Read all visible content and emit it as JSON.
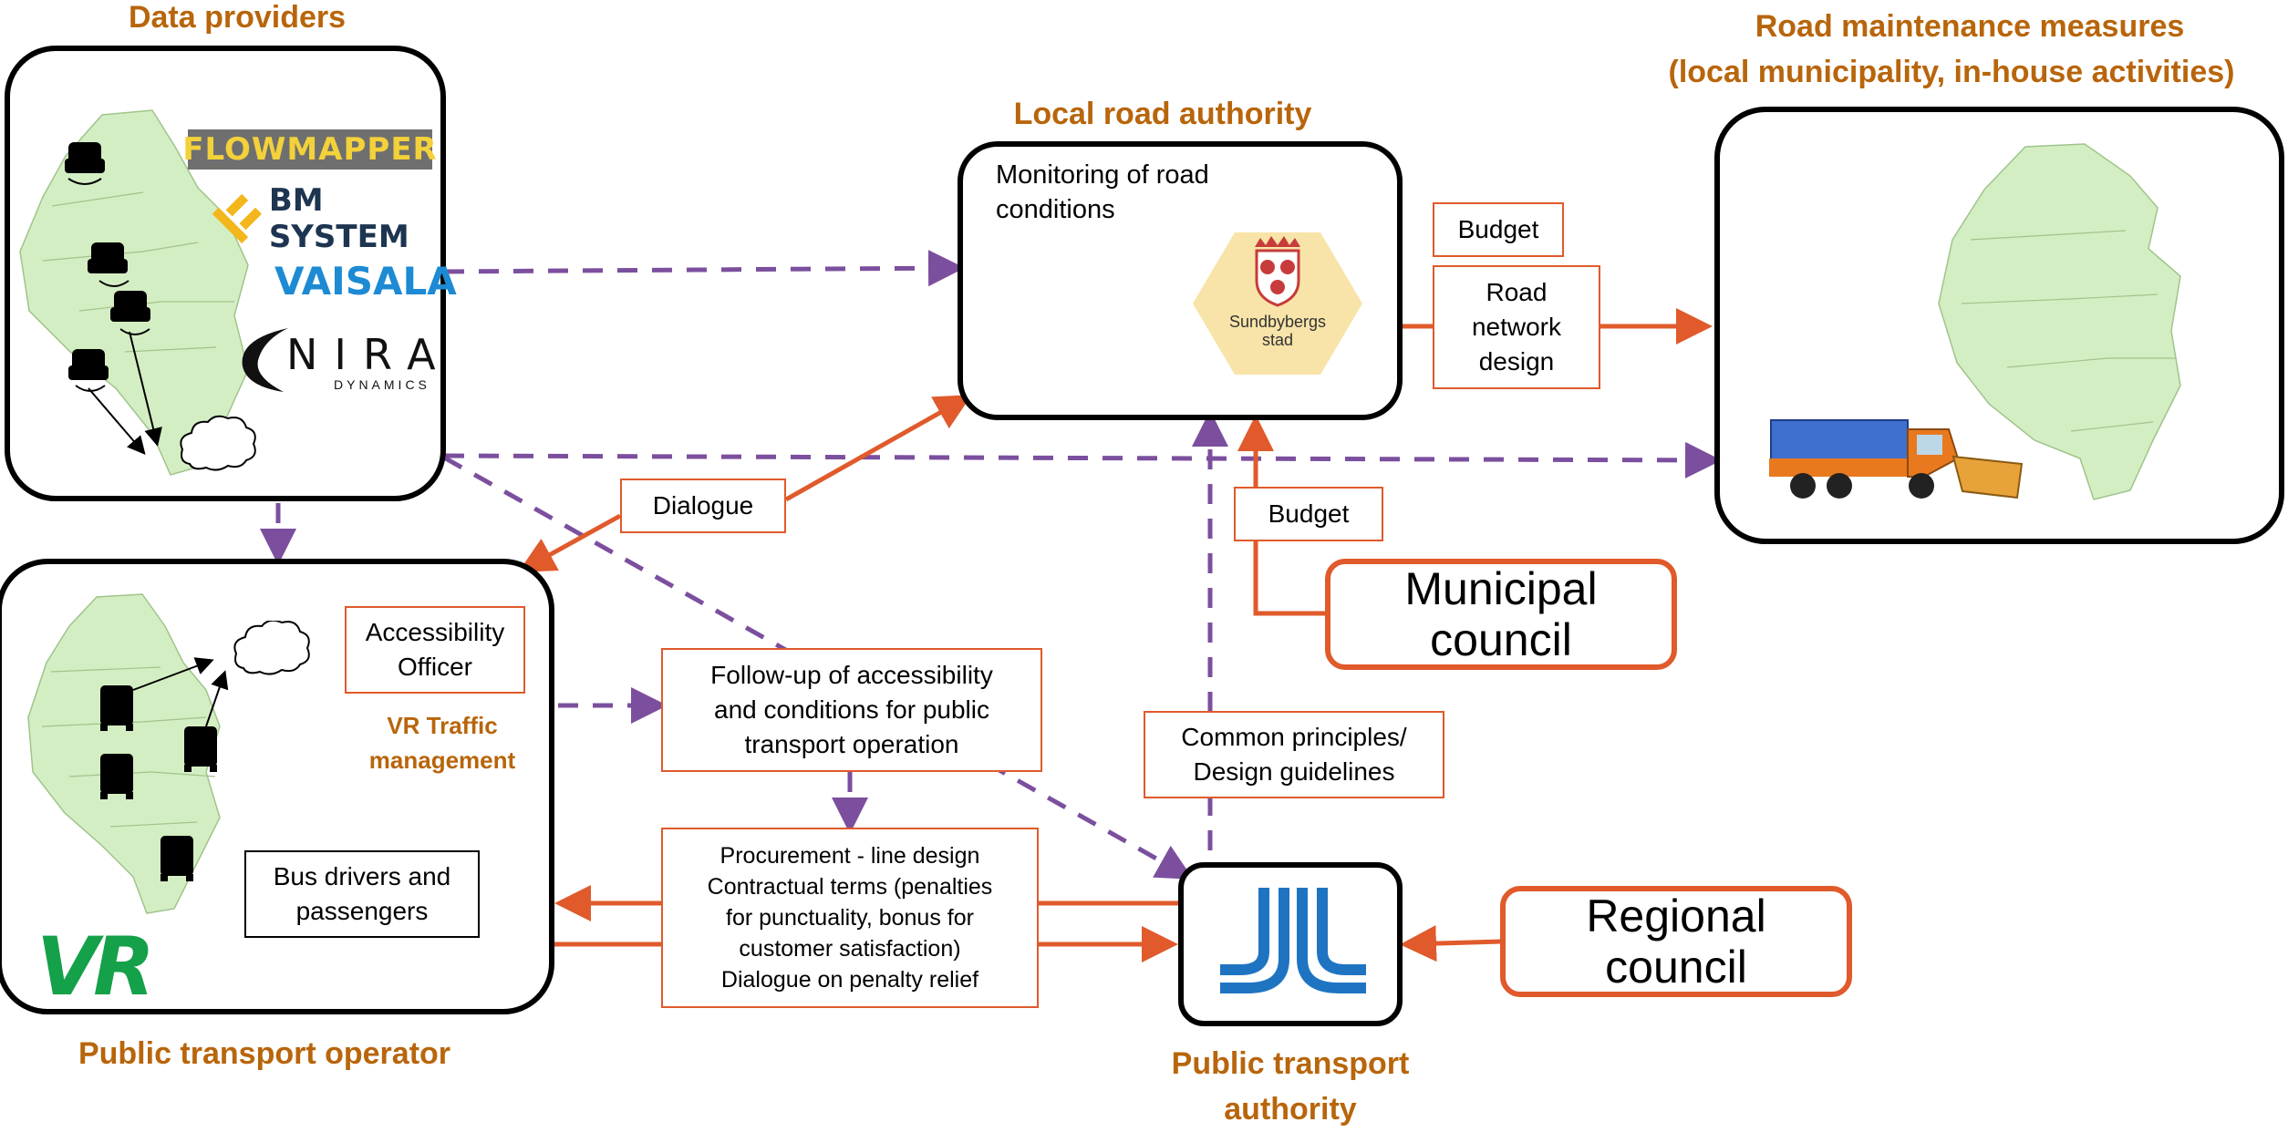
{
  "headings": {
    "data_providers": "Data providers",
    "road_maintenance_line1": "Road maintenance measures",
    "road_maintenance_line2": "(local municipality, in-house activities)",
    "local_road_authority": "Local road authority",
    "public_transport_operator": "Public transport operator",
    "public_transport_authority": "Public transport\nauthority",
    "vr_traffic_management": "VR Traffic\nmanagement"
  },
  "data_providers": {
    "logos": [
      "FLOWMAPPER",
      "BM SYSTEM",
      "VAISALA",
      "NIRA",
      "DYNAMICS"
    ]
  },
  "local_road_authority": {
    "monitoring": "Monitoring of road\nconditions",
    "emblem_text": "Sundbybergs\nstad"
  },
  "boxes": {
    "budget_top": "Budget",
    "road_network_design": "Road\nnetwork\ndesign",
    "budget_mid": "Budget",
    "dialogue": "Dialogue",
    "accessibility_officer": "Accessibility\nOfficer",
    "bus_drivers": "Bus drivers and\npassengers",
    "follow_up": "Follow-up of accessibility\nand conditions for public\ntransport operation",
    "procurement": "Procurement - line design\nContractual terms (penalties\nfor punctuality, bonus for\ncustomer satisfaction)\nDialogue on penalty relief",
    "common_principles": "Common principles/\nDesign guidelines",
    "municipal_council": "Municipal\ncouncil",
    "regional_council": "Regional\ncouncil"
  },
  "operator": {
    "logo": "VR"
  },
  "colors": {
    "heading": "#b8650b",
    "orange_line": "#e05a2b",
    "purple_dashed": "#7b4f9e",
    "navy_line": "#3a4a7a",
    "map_fill": "#d4eec4",
    "vr_green": "#15a04a",
    "jl_blue": "#1f74c2"
  }
}
